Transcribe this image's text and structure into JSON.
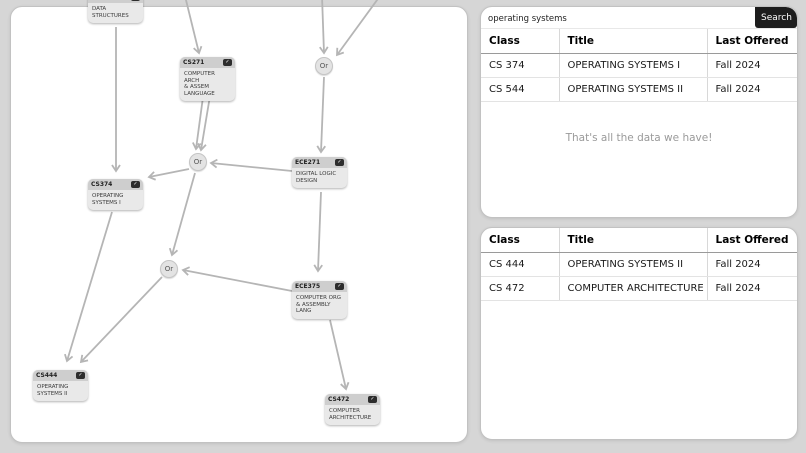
{
  "colors": {
    "page_bg": "#d6d6d6",
    "edge": "#b5b5b5",
    "node_header": "#cecece",
    "node_body": "#e9e9e9",
    "search_button_bg": "#1d1d1d"
  },
  "graph": {
    "or_label": "Or",
    "checkbox_glyph": "✓",
    "nodes": {
      "ds": {
        "code": "",
        "title": "DATA\nSTRUCTURES"
      },
      "cs271": {
        "code": "CS271",
        "title": "COMPUTER ARCH\n& ASSEM\nLANGUAGE"
      },
      "ece271": {
        "code": "ECE271",
        "title": "DIGITAL LOGIC\nDESIGN"
      },
      "cs374": {
        "code": "CS374",
        "title": "OPERATING\nSYSTEMS I"
      },
      "ece375": {
        "code": "ECE375",
        "title": "COMPUTER ORG\n& ASSEMBLY\nLANG"
      },
      "cs444": {
        "code": "CS444",
        "title": "OPERATING\nSYSTEMS II"
      },
      "cs472": {
        "code": "CS472",
        "title": "COMPUTER\nARCHITECTURE"
      }
    }
  },
  "search": {
    "query": "operating systems",
    "button_label": "Search"
  },
  "results_top": {
    "columns": [
      "Class",
      "Title",
      "Last Offered"
    ],
    "rows": [
      {
        "class": "CS 374",
        "title": "OPERATING SYSTEMS I",
        "last_offered": "Fall 2024"
      },
      {
        "class": "CS 544",
        "title": "OPERATING SYSTEMS II",
        "last_offered": "Fall 2024"
      }
    ],
    "empty_message": "That's all the data we have!"
  },
  "results_bottom": {
    "columns": [
      "Class",
      "Title",
      "Last Offered"
    ],
    "rows": [
      {
        "class": "CS 444",
        "title": "OPERATING SYSTEMS II",
        "last_offered": "Fall 2024"
      },
      {
        "class": "CS 472",
        "title": "COMPUTER ARCHITECTURE",
        "last_offered": "Fall 2024"
      }
    ]
  }
}
